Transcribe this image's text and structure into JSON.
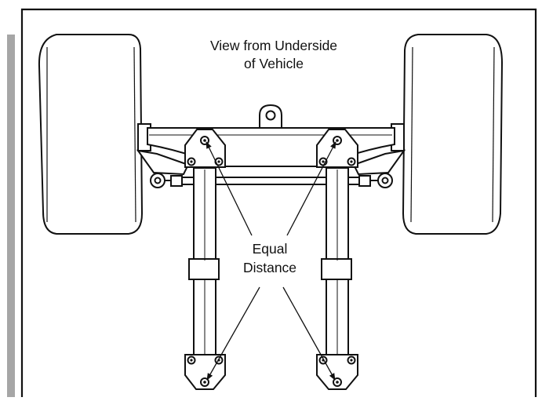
{
  "diagram": {
    "title_line1": "View from Underside",
    "title_line2": "of Vehicle",
    "label_line1": "Equal",
    "label_line2": "Distance"
  },
  "colors": {
    "ink": "#111111",
    "side_bar": "#a6a6a6",
    "background": "#ffffff"
  }
}
